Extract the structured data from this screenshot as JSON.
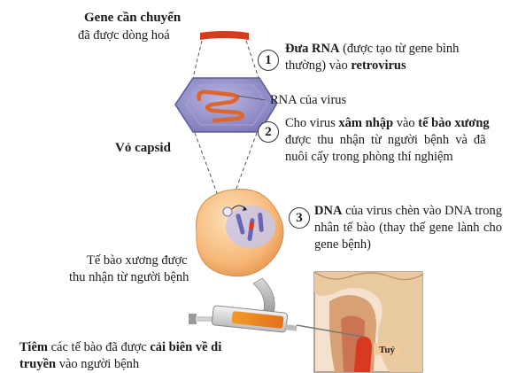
{
  "labels": {
    "gene_line1": "Gene cần chuyển",
    "gene_line2": "đã được dòng hoá",
    "rna_virus": "RNA của virus",
    "capsid": "Vỏ capsid",
    "bone_cell_line1": "Tế bào xương được",
    "bone_cell_line2": "thu nhận từ người bệnh",
    "marrow": "Tuỷ"
  },
  "steps": [
    {
      "number": "1",
      "parts": [
        {
          "text": "Đưa RNA",
          "bold": true
        },
        {
          "text": " (được tạo từ gene bình thường) vào ",
          "bold": false
        },
        {
          "text": "retrovirus",
          "bold": true
        }
      ]
    },
    {
      "number": "2",
      "parts": [
        {
          "text": "Cho virus ",
          "bold": false
        },
        {
          "text": "xâm nhập",
          "bold": true
        },
        {
          "text": " vào ",
          "bold": false
        },
        {
          "text": "tế bào xương",
          "bold": true
        },
        {
          "text": " được thu nhận từ người bệnh và đã nuôi cấy trong phòng thí nghiệm",
          "bold": false
        }
      ]
    },
    {
      "number": "3",
      "parts": [
        {
          "text": "DNA",
          "bold": true
        },
        {
          "text": " của virus chèn vào DNA trong nhân tế bào (thay thế gene lành cho gene bệnh)",
          "bold": false
        }
      ]
    }
  ],
  "injection": {
    "parts": [
      {
        "text": "Tiêm",
        "bold": true
      },
      {
        "text": " các tế bào đã được ",
        "bold": false
      },
      {
        "text": "cải biên về di truyền",
        "bold": true
      },
      {
        "text": " vào người bệnh",
        "bold": false
      }
    ]
  },
  "colors": {
    "gene_red": "#d83a1e",
    "capsid_purple": "#8e8ac7",
    "cell_orange": "#f5b877",
    "bone_beige": "#e9c9a0",
    "marrow_red": "#d63a22"
  }
}
